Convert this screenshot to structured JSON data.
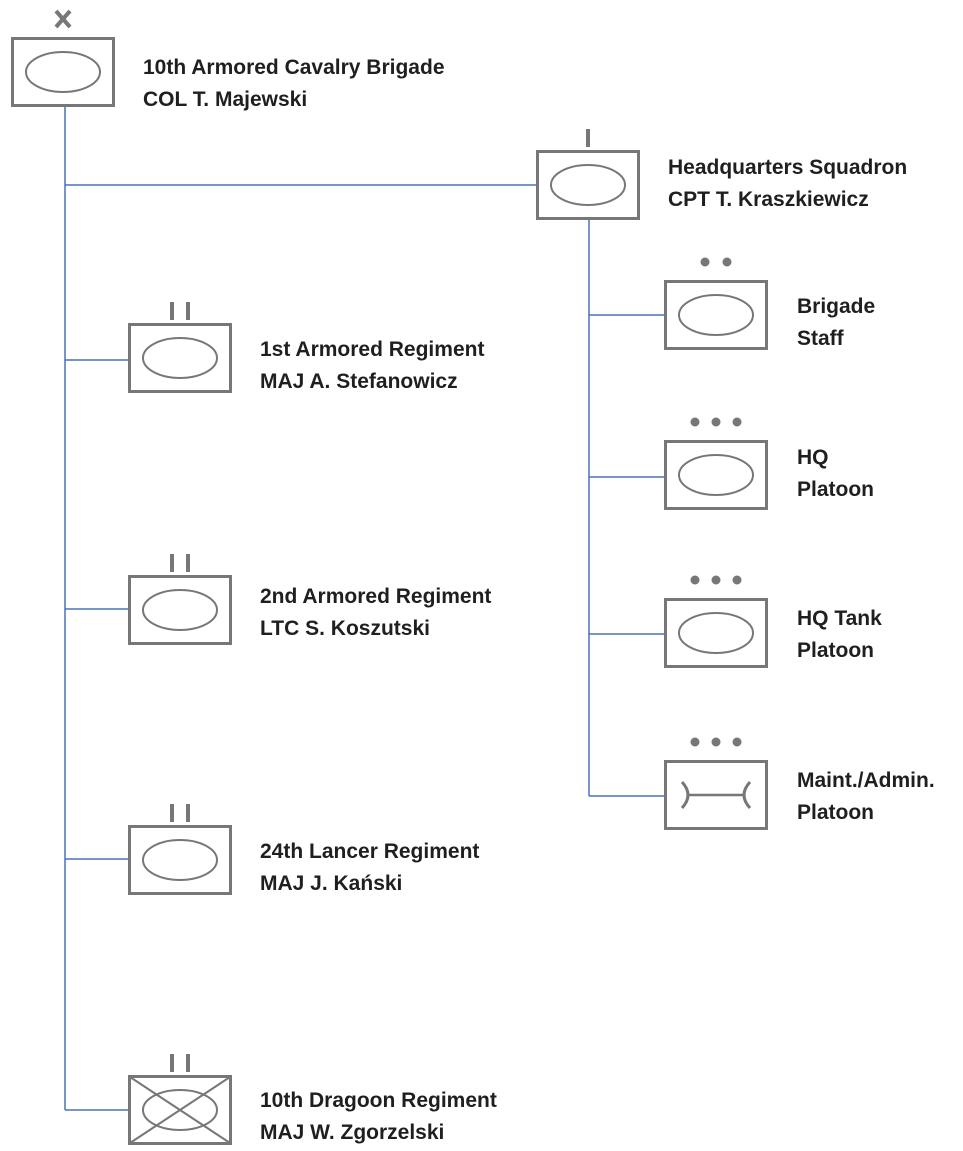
{
  "diagram": {
    "colors": {
      "connector": "#4a72b8",
      "symbol": "#777777",
      "text": "#1f1f1f"
    },
    "units": [
      {
        "id": "brigade",
        "name": "10th Armored Cavalry Brigade",
        "commander": "COL T. Majewski",
        "echelon": "X",
        "symbol": "armor-icon"
      },
      {
        "id": "hq-squadron",
        "name": "Headquarters Squadron",
        "commander": "CPT T. Kraszkiewicz",
        "echelon": "I",
        "symbol": "armor-icon"
      },
      {
        "id": "brigade-staff",
        "name": "Brigade",
        "commander": "Staff",
        "echelon": "••",
        "symbol": "armor-icon"
      },
      {
        "id": "hq-platoon",
        "name": "HQ",
        "commander": "Platoon",
        "echelon": "•••",
        "symbol": "armor-icon"
      },
      {
        "id": "hq-tank-platoon",
        "name": "HQ Tank",
        "commander": "Platoon",
        "echelon": "•••",
        "symbol": "armor-icon"
      },
      {
        "id": "maint-admin-platoon",
        "name": "Maint./Admin.",
        "commander": "Platoon",
        "echelon": "•••",
        "symbol": "maintenance-icon"
      },
      {
        "id": "1st-armored",
        "name": "1st Armored Regiment",
        "commander": "MAJ A. Stefanowicz",
        "echelon": "II",
        "symbol": "armor-icon"
      },
      {
        "id": "2nd-armored",
        "name": "2nd Armored Regiment",
        "commander": "LTC S. Koszutski",
        "echelon": "II",
        "symbol": "armor-icon"
      },
      {
        "id": "24th-lancer",
        "name": "24th Lancer Regiment",
        "commander": "MAJ J. Kański",
        "echelon": "II",
        "symbol": "armor-icon"
      },
      {
        "id": "10th-dragoon",
        "name": "10th Dragoon Regiment",
        "commander": "MAJ W. Zgorzelski",
        "echelon": "II",
        "symbol": "armored-infantry-icon"
      }
    ]
  }
}
